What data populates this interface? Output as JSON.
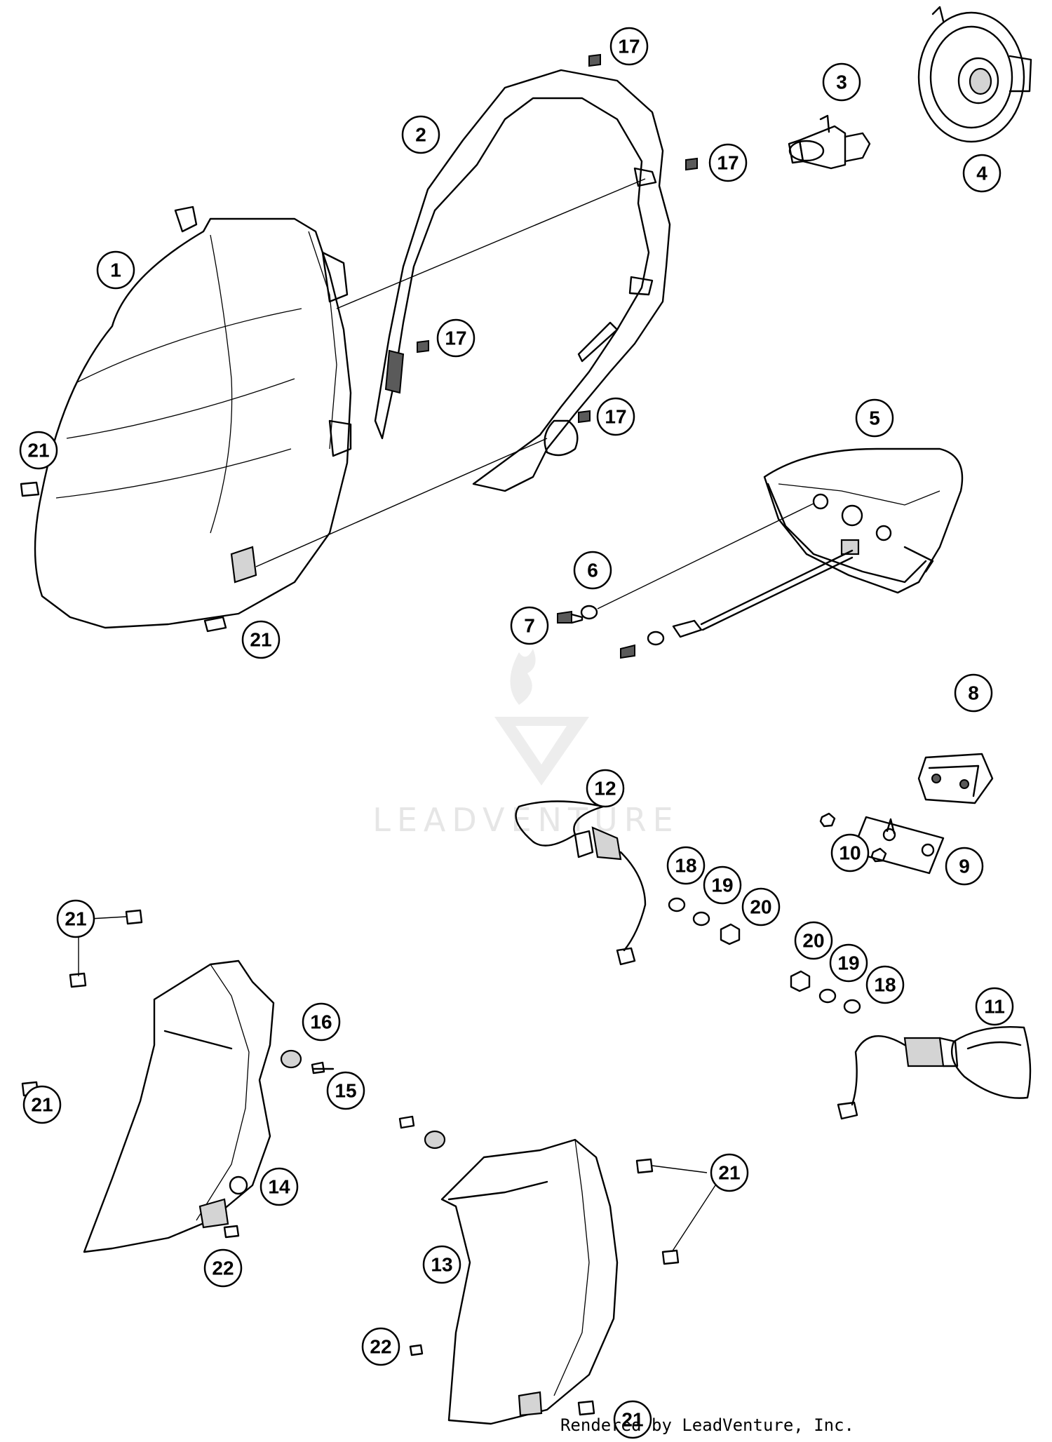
{
  "watermark": {
    "brand": "LEADVENTURE"
  },
  "footer": {
    "credit": "Rendered by LeadVenture, Inc."
  },
  "callouts": [
    {
      "label": "1"
    },
    {
      "label": "2"
    },
    {
      "label": "3"
    },
    {
      "label": "4"
    },
    {
      "label": "5"
    },
    {
      "label": "6"
    },
    {
      "label": "7"
    },
    {
      "label": "8"
    },
    {
      "label": "9"
    },
    {
      "label": "10"
    },
    {
      "label": "11"
    },
    {
      "label": "12"
    },
    {
      "label": "13"
    },
    {
      "label": "14"
    },
    {
      "label": "15"
    },
    {
      "label": "16"
    },
    {
      "label": "17"
    },
    {
      "label": "17"
    },
    {
      "label": "17"
    },
    {
      "label": "17"
    },
    {
      "label": "18"
    },
    {
      "label": "18"
    },
    {
      "label": "19"
    },
    {
      "label": "19"
    },
    {
      "label": "20"
    },
    {
      "label": "20"
    },
    {
      "label": "21"
    },
    {
      "label": "21"
    },
    {
      "label": "21"
    },
    {
      "label": "21"
    },
    {
      "label": "21"
    },
    {
      "label": "21"
    },
    {
      "label": "22"
    },
    {
      "label": "22"
    }
  ]
}
